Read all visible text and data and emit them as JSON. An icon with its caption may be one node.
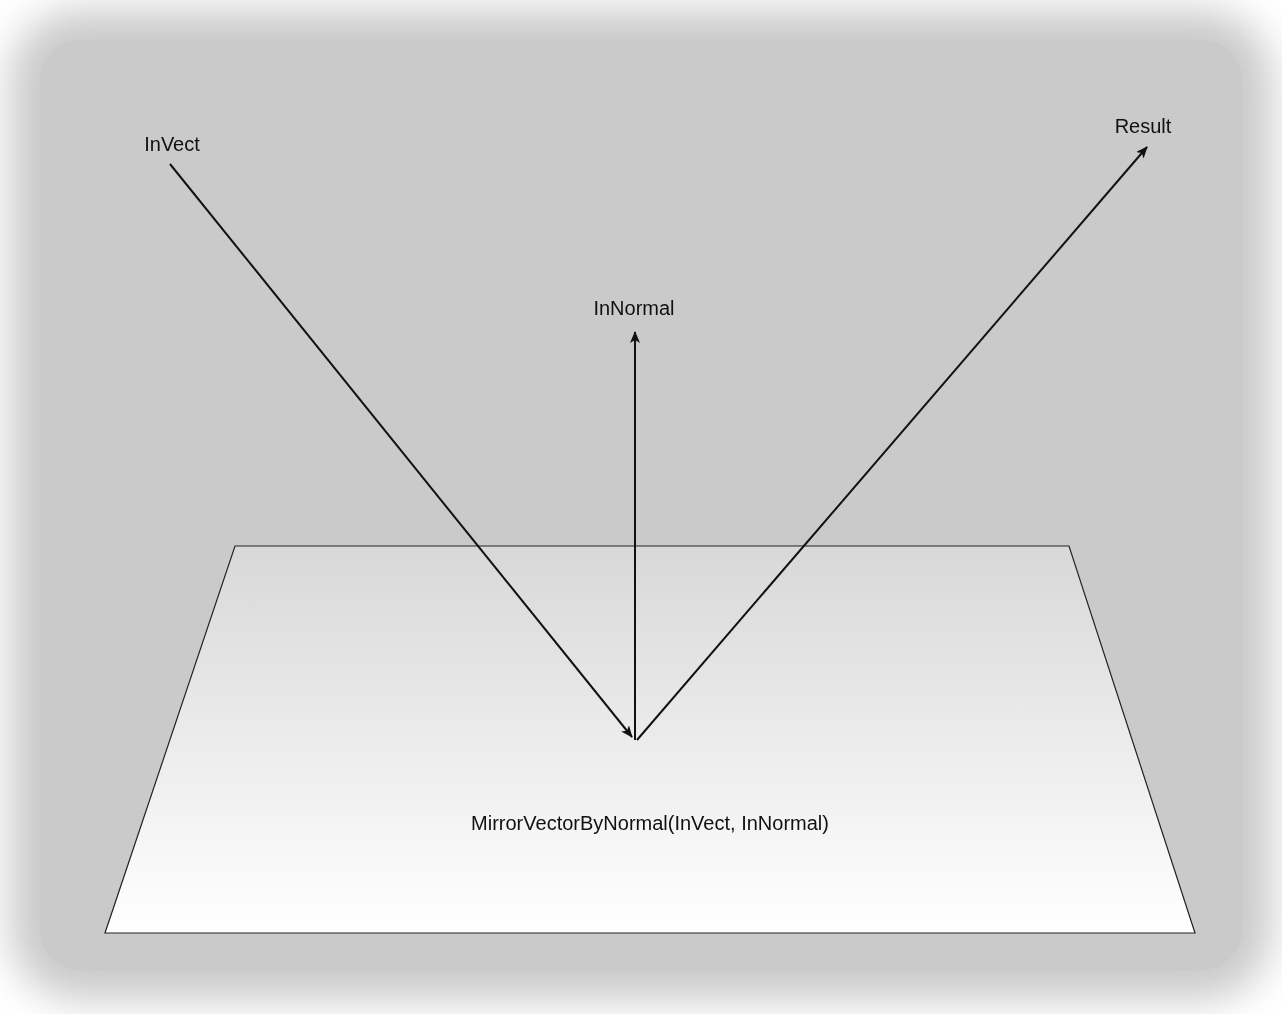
{
  "diagram": {
    "nodes": [
      {
        "text": [
          "MirrorVectorByNormal(InVect, InNormal)"
        ]
      },
      {
        "text": [
          "InVect"
        ]
      },
      {
        "text": [
          "InNormal"
        ]
      },
      {
        "text": [
          "Result"
        ]
      }
    ],
    "edges": [
      {
        "from": 1,
        "to": 0,
        "arrow": "to"
      },
      {
        "from": 0,
        "to": 2,
        "arrow": "to"
      },
      {
        "from": 0,
        "to": 3,
        "arrow": "to"
      }
    ]
  }
}
